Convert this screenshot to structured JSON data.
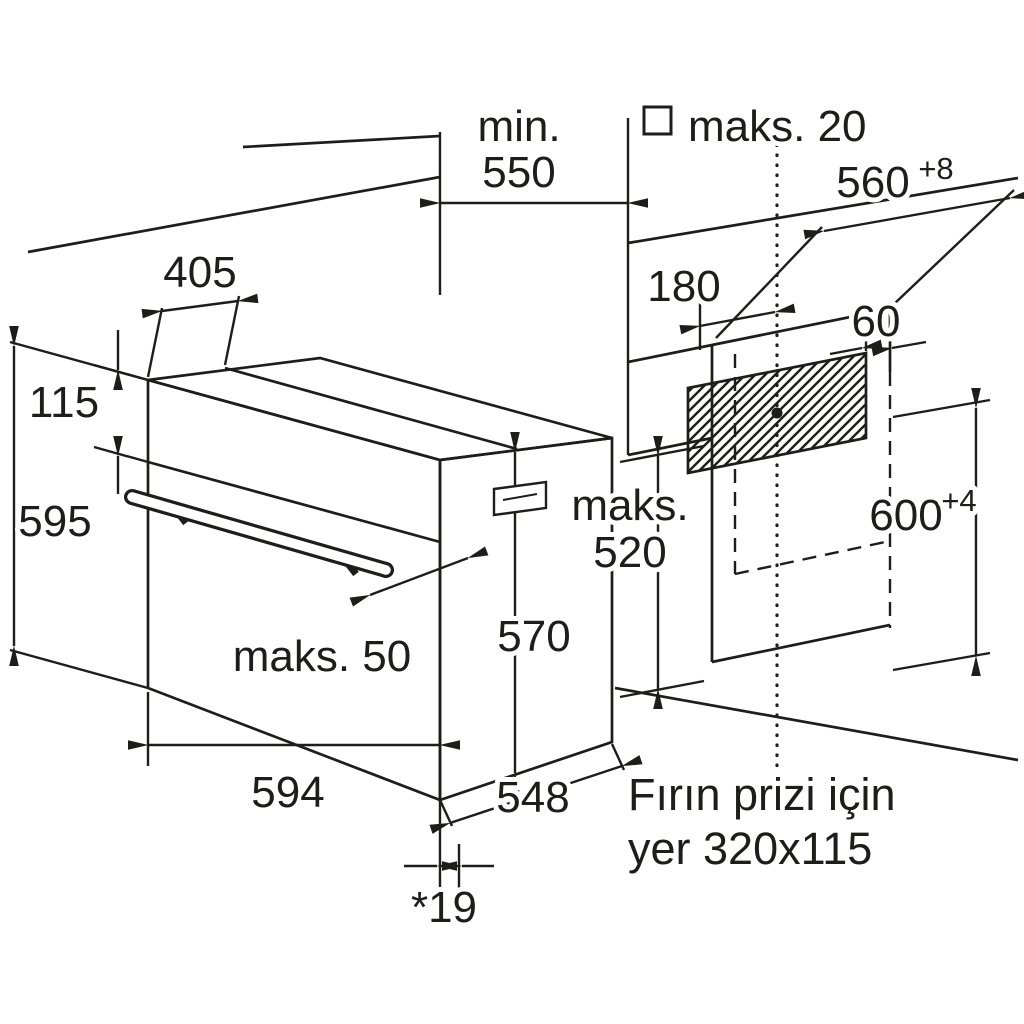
{
  "diagram_type": "oven-installation-dimension-drawing",
  "dims": {
    "worktop_depth_label": "min.",
    "worktop_depth_value": "550",
    "rear_gap": "maks. 20",
    "niche_width": "560",
    "niche_width_tolerance": "+8",
    "top_depth": "405",
    "control_panel_height": "115",
    "appliance_height": "595",
    "socket_offset_horizontal": "180",
    "socket_offset_side": "60",
    "max_recess_label": "maks.",
    "max_recess_value": "520",
    "niche_height": "600",
    "niche_height_tolerance": "+4",
    "body_depth": "570",
    "handle_protrusion": "maks. 50",
    "appliance_width": "594",
    "body_bottom_depth": "548",
    "front_overhang": "*19"
  },
  "notes": {
    "socket_line1": "Fırın prizi için",
    "socket_line2": "yer 320x115"
  },
  "colors": {
    "line": "#1d1d1b",
    "background": "#ffffff"
  }
}
